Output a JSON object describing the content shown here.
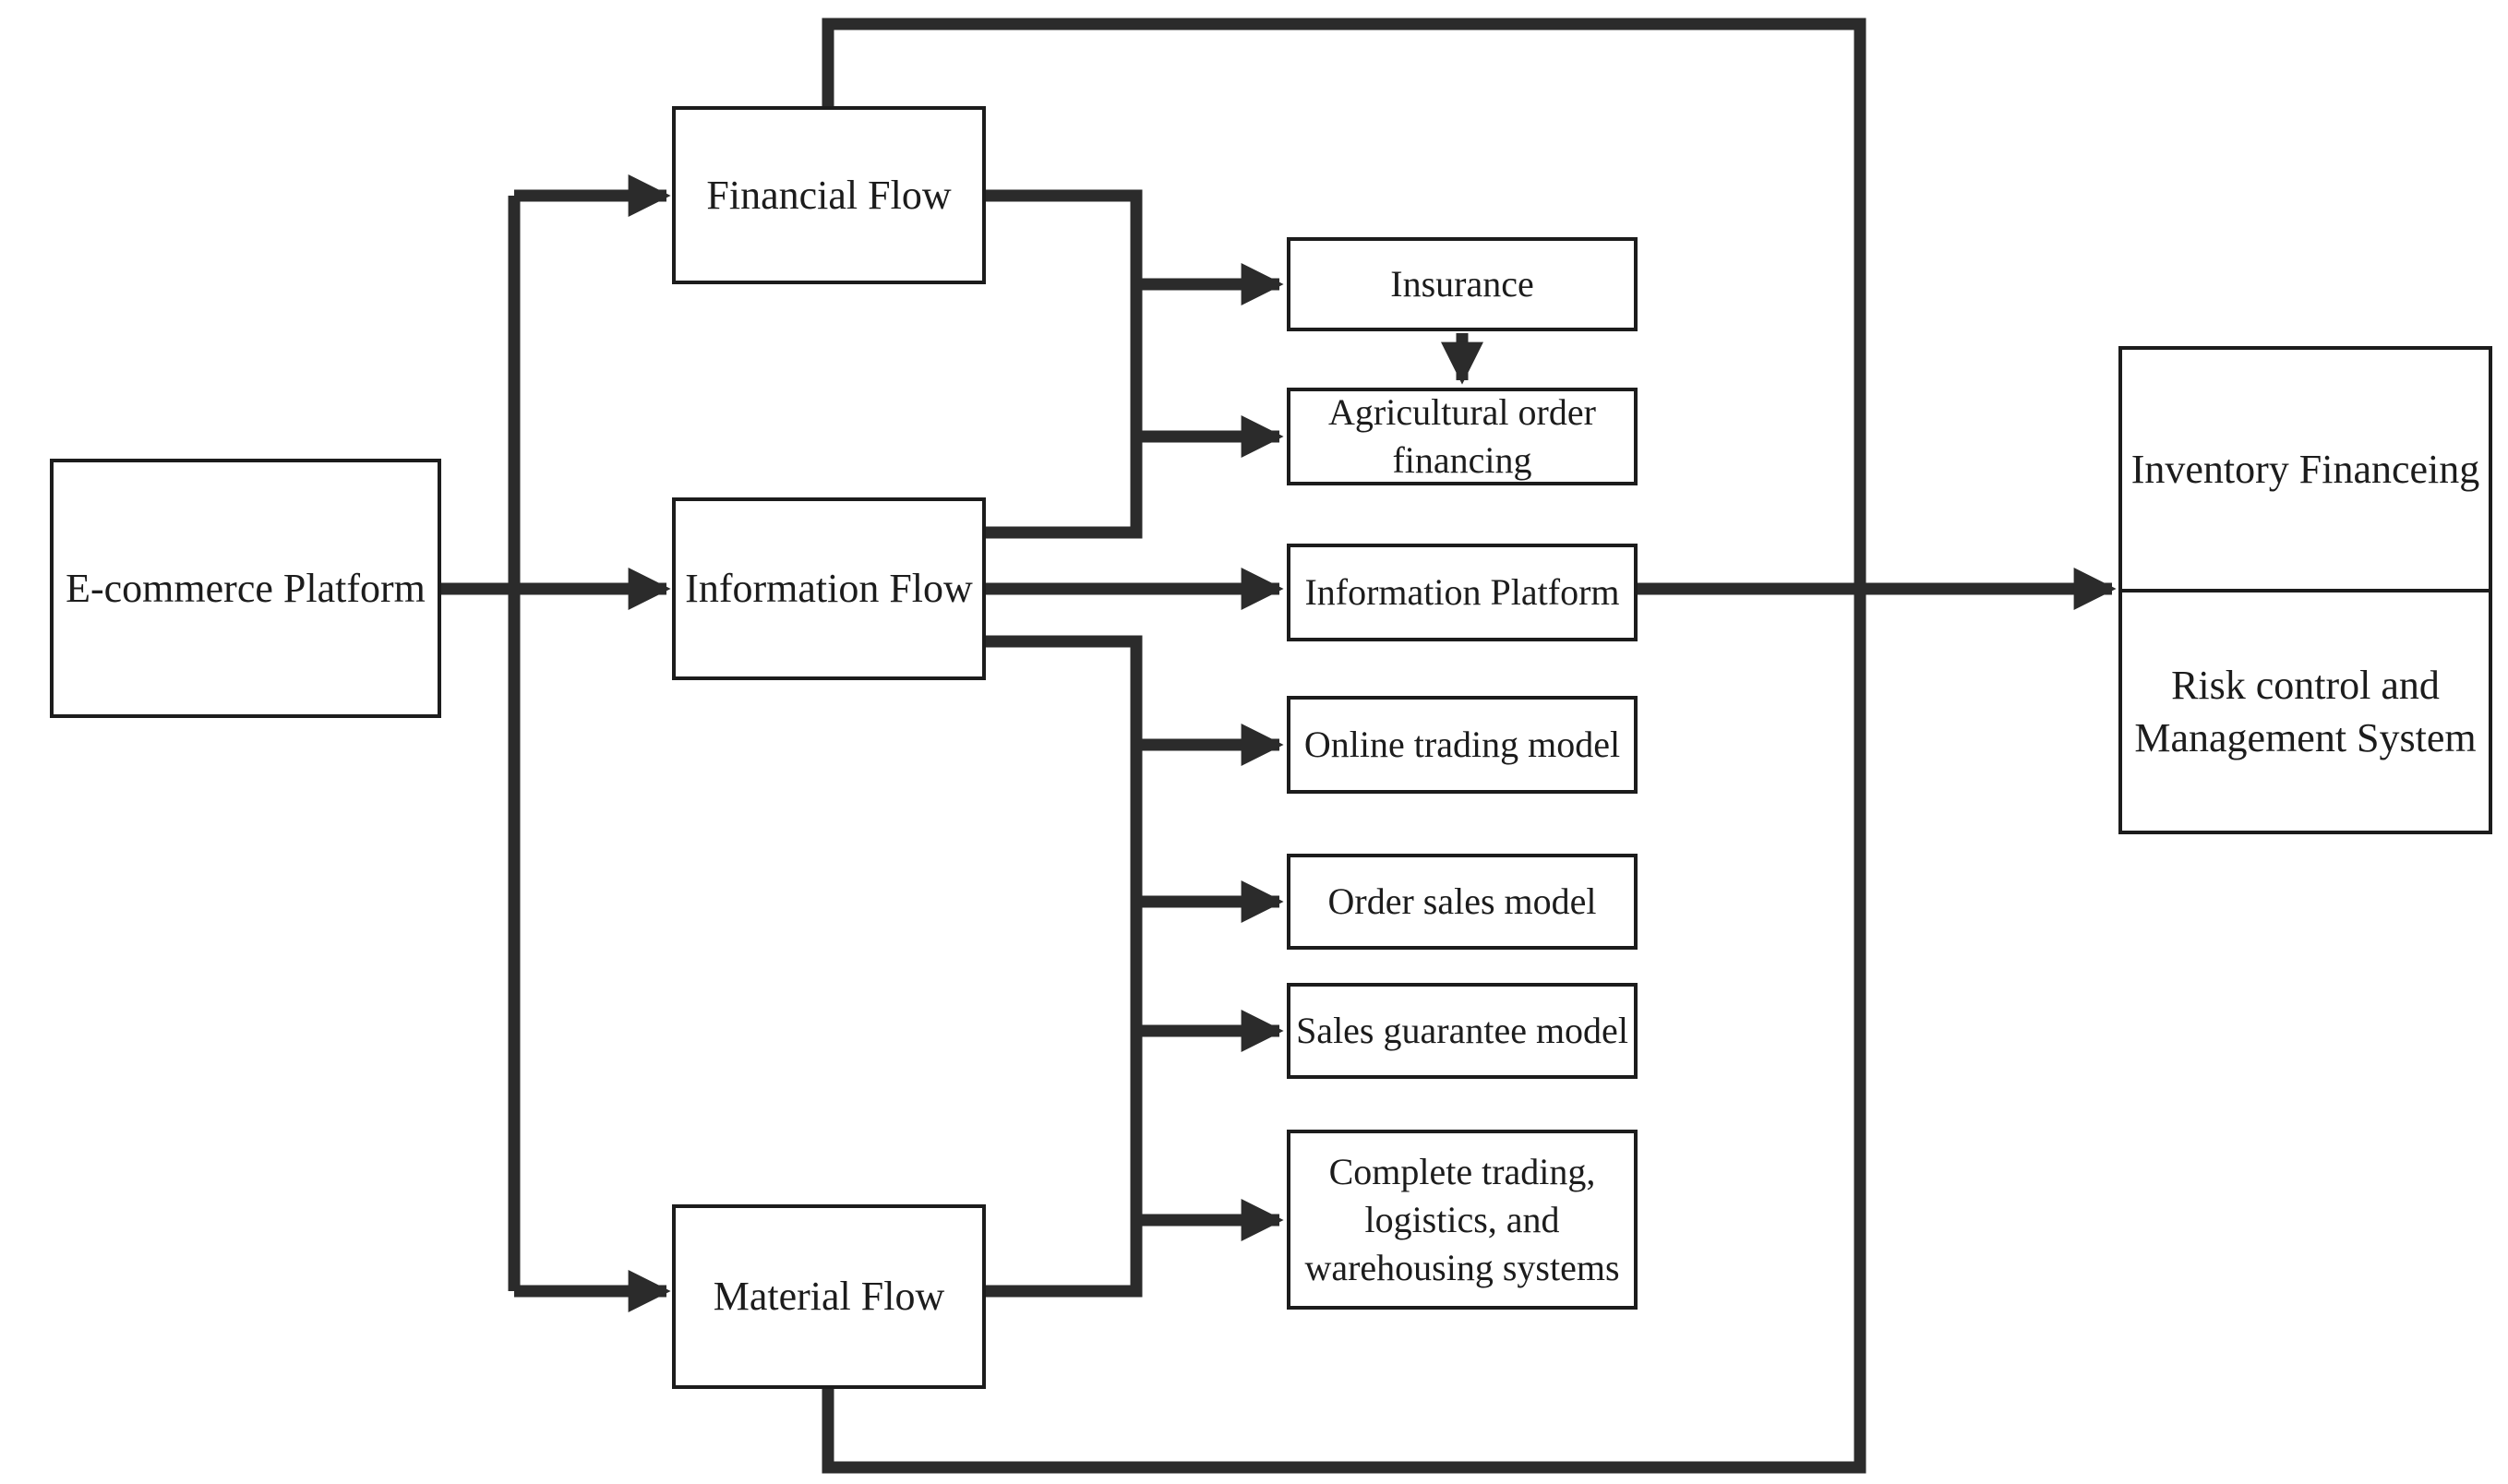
{
  "diagram": {
    "background_color": "#ffffff",
    "line_color": "#2b2b2b",
    "border_color": "#1c1c1c",
    "text_color": "#1c1c1c",
    "nodes": {
      "ecommerce_platform": {
        "label": "E-commerce Platform"
      },
      "financial_flow": {
        "label": "Financial Flow"
      },
      "information_flow": {
        "label": "Information Flow"
      },
      "material_flow": {
        "label": "Material Flow"
      },
      "insurance": {
        "label": "Insurance"
      },
      "agricultural_order_financing": {
        "label": "Agricultural order financing"
      },
      "information_platform": {
        "label": "Information Platform"
      },
      "online_trading_model": {
        "label": "Online trading model"
      },
      "order_sales_model": {
        "label": "Order sales model"
      },
      "sales_guarantee_model": {
        "label": "Sales guarantee model"
      },
      "complete_systems": {
        "label": "Complete trading, logistics, and warehousing systems"
      },
      "inventory_financing": {
        "label": "Inventory Financeing"
      },
      "risk_control_management": {
        "label": "Risk control and Management System"
      }
    }
  }
}
